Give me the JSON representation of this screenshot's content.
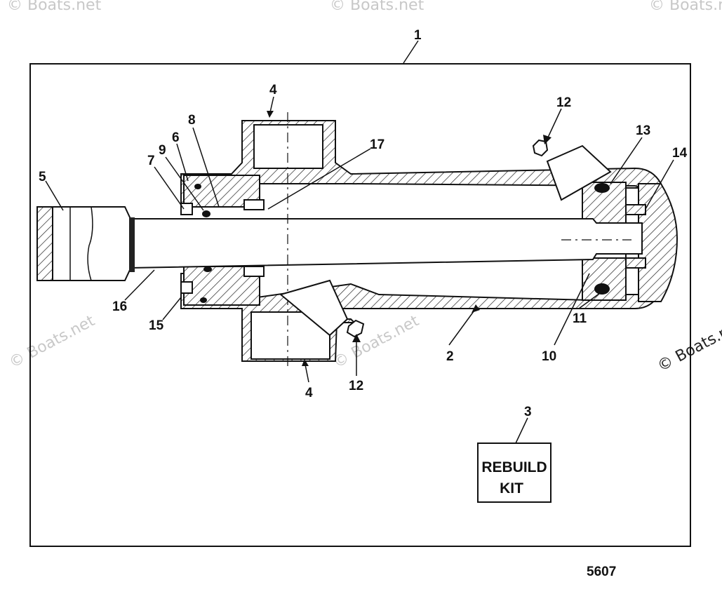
{
  "callouts": {
    "c1": "1",
    "c2": "2",
    "c3": "3",
    "c4_top": "4",
    "c4_bottom": "4",
    "c5": "5",
    "c6": "6",
    "c7": "7",
    "c8": "8",
    "c9": "9",
    "c10": "10",
    "c11": "11",
    "c12_top": "12",
    "c12_bottom": "12",
    "c13": "13",
    "c14": "14",
    "c15": "15",
    "c16": "16",
    "c17": "17"
  },
  "rebuild_kit": {
    "line1": "REBUILD",
    "line2": "KIT"
  },
  "diagram_id": "5607",
  "watermarks": {
    "text": "© Boats.net",
    "right_edge": "© Boats.n"
  }
}
